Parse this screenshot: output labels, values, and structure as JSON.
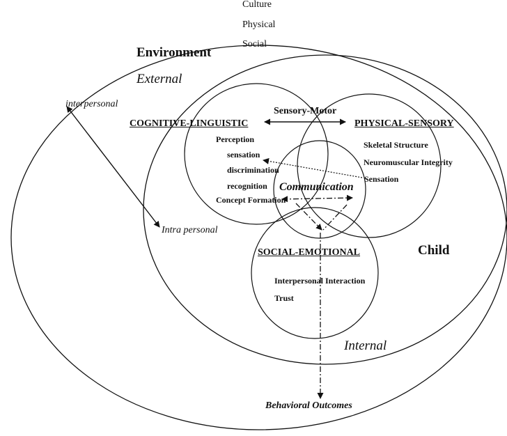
{
  "environment": {
    "title": "Environment",
    "subtitle": "External",
    "factors": [
      "Culture",
      "Physical",
      "Social"
    ],
    "interpersonal": "interpersonal",
    "intrapersonal": "Intra personal"
  },
  "child": {
    "title": "Child",
    "internal_label": "Internal"
  },
  "domains": {
    "cognitive": {
      "title": "COGNITIVE-LINGUISTIC",
      "items": [
        "Perception",
        "sensation",
        "discrimination",
        "recognition",
        "Concept Formation"
      ]
    },
    "physical": {
      "title": "PHYSICAL-SENSORY",
      "items": [
        "Skeletal Structure",
        "Neuromuscular Integrity",
        "Sensation"
      ]
    },
    "social": {
      "title": "SOCIAL-EMOTIONAL",
      "items": [
        "Interpersonal Interaction",
        "Trust"
      ]
    }
  },
  "links": {
    "sensory_motor": "Sensory-Motor"
  },
  "center": {
    "communication": "Communication"
  },
  "outcome": {
    "label": "Behavioral Outcomes"
  }
}
